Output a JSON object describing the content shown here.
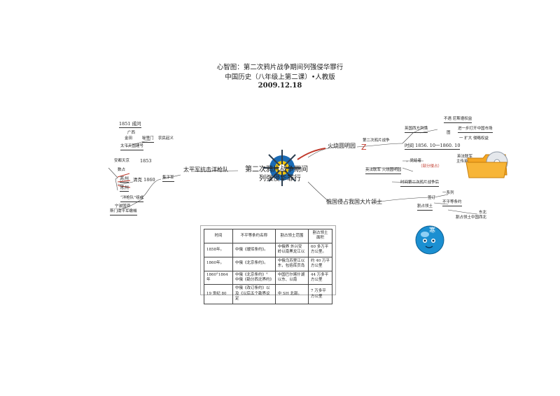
{
  "header": {
    "line1": "心智图：第二次鸦片战争期间列强侵华罪行",
    "line2": "中国历史（八年级上第二课）•人教版",
    "date": "2009.12.18"
  },
  "center": {
    "title_a": "第二次鸦片战争期间",
    "title_b": "列强侵华罪行"
  },
  "branches": {
    "taiping": "太平军抗击洋枪队",
    "yuanmingyuan": "火烧圆明园",
    "russia": "俄国侵占我国大片领土"
  },
  "left_nodes": {
    "a": "1851 成问",
    "b": "广西",
    "c": "金田",
    "d": "秘里门",
    "e": "农民起义",
    "f": "太平天国建号",
    "g": "安都天京",
    "h": "1853",
    "i": "数占",
    "j": "苏州",
    "k": "常州",
    "l": "清克 1860",
    "m": "“洋枪队”组成",
    "n": "宁波国项",
    "o": "斯门南平军缴械",
    "p": "集平军"
  },
  "right_nodes": {
    "a": "不遇 尼斯遵权益",
    "b": "英国西方列强",
    "c": "图",
    "d": "进一步打开中国市场",
    "e": "一 扩大 侵略权益",
    "f": "第二次鸦片战争",
    "g": "时间 1856. 10一1860. 10",
    "h": "英法联军",
    "i": "主传英法联军",
    "j": "，党给者",
    "k": "（部分侵占）",
    "l": "英法联军 火烧圆明园",
    "m": "时间第二次鸦片战争后",
    "n": "一系列",
    "o": "签订",
    "p": "不平等条约",
    "q": "割占领土",
    "r": "东北",
    "s": "割占领土中国西北"
  },
  "table": {
    "headers": [
      "时间",
      "不平等条约名称",
      "割占领土范围",
      "割占领土面积"
    ],
    "rows": [
      [
        "1858年。",
        "中俄《瑷珲条约》。",
        "中俄界 外兴安岭以南黑龙江以",
        "60 多万平方公里。"
      ],
      [
        "1860年。",
        "中俄《北京条约》。",
        "中俄乌苏里江以东，包括库页岛",
        "约 40 万平方公里"
      ],
      [
        "1860°1864 年",
        "中俄《北京条约》° 中俄《勘分西北界约》",
        "中国巴尔喀什湖以东、以南",
        "44 万多平方公里"
      ],
      [
        "19 世纪 80",
        "中俄《改订条约》以及《以后五个勘界议定",
        "中 SH 北部。",
        "7 万多平方公里"
      ]
    ]
  },
  "colors": {
    "ink": "#222222",
    "accent_red": "#c0392b",
    "accent_blue": "#1a6bb5",
    "accent_orange": "#e08a1a"
  },
  "icons": {
    "center": "compass-globe-icon",
    "top_right": "folder-cd-icon",
    "bottom_right": "blue-ball-mascot-icon",
    "red_mark": "red-z-mark-icon"
  }
}
